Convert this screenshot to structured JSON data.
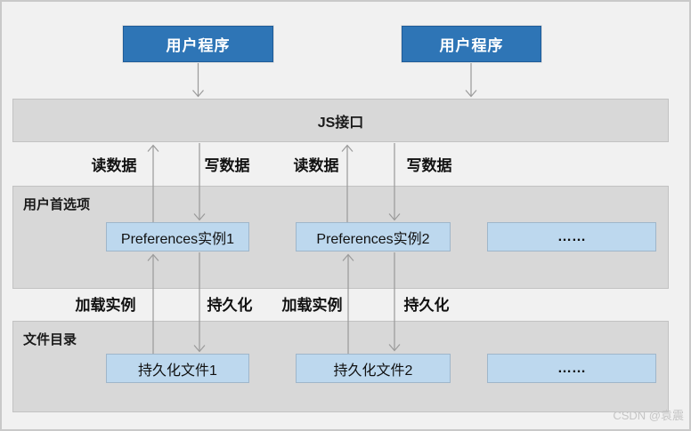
{
  "diagram": {
    "top_boxes": [
      {
        "label": "用户程序"
      },
      {
        "label": "用户程序"
      }
    ],
    "js_layer": {
      "label": "JS接口"
    },
    "flow_labels_top": [
      {
        "label": "读数据"
      },
      {
        "label": "写数据"
      },
      {
        "label": "读数据"
      },
      {
        "label": "写数据"
      }
    ],
    "preferences_section": {
      "title": "用户首选项",
      "boxes": [
        {
          "label": "Preferences实例1"
        },
        {
          "label": "Preferences实例2"
        },
        {
          "label": "……"
        }
      ]
    },
    "flow_labels_bottom": [
      {
        "label": "加载实例"
      },
      {
        "label": "持久化"
      },
      {
        "label": "加载实例"
      },
      {
        "label": "持久化"
      }
    ],
    "files_section": {
      "title": "文件目录",
      "boxes": [
        {
          "label": "持久化文件1"
        },
        {
          "label": "持久化文件2"
        },
        {
          "label": "……"
        }
      ]
    },
    "watermark": "CSDN @袁震"
  },
  "colors": {
    "accent_blue": "#2e75b6",
    "light_blue": "#bdd8ee",
    "section_gray": "#d8d8d8",
    "background": "#f1f1f1",
    "arrow_gray": "#9a9a9a"
  }
}
